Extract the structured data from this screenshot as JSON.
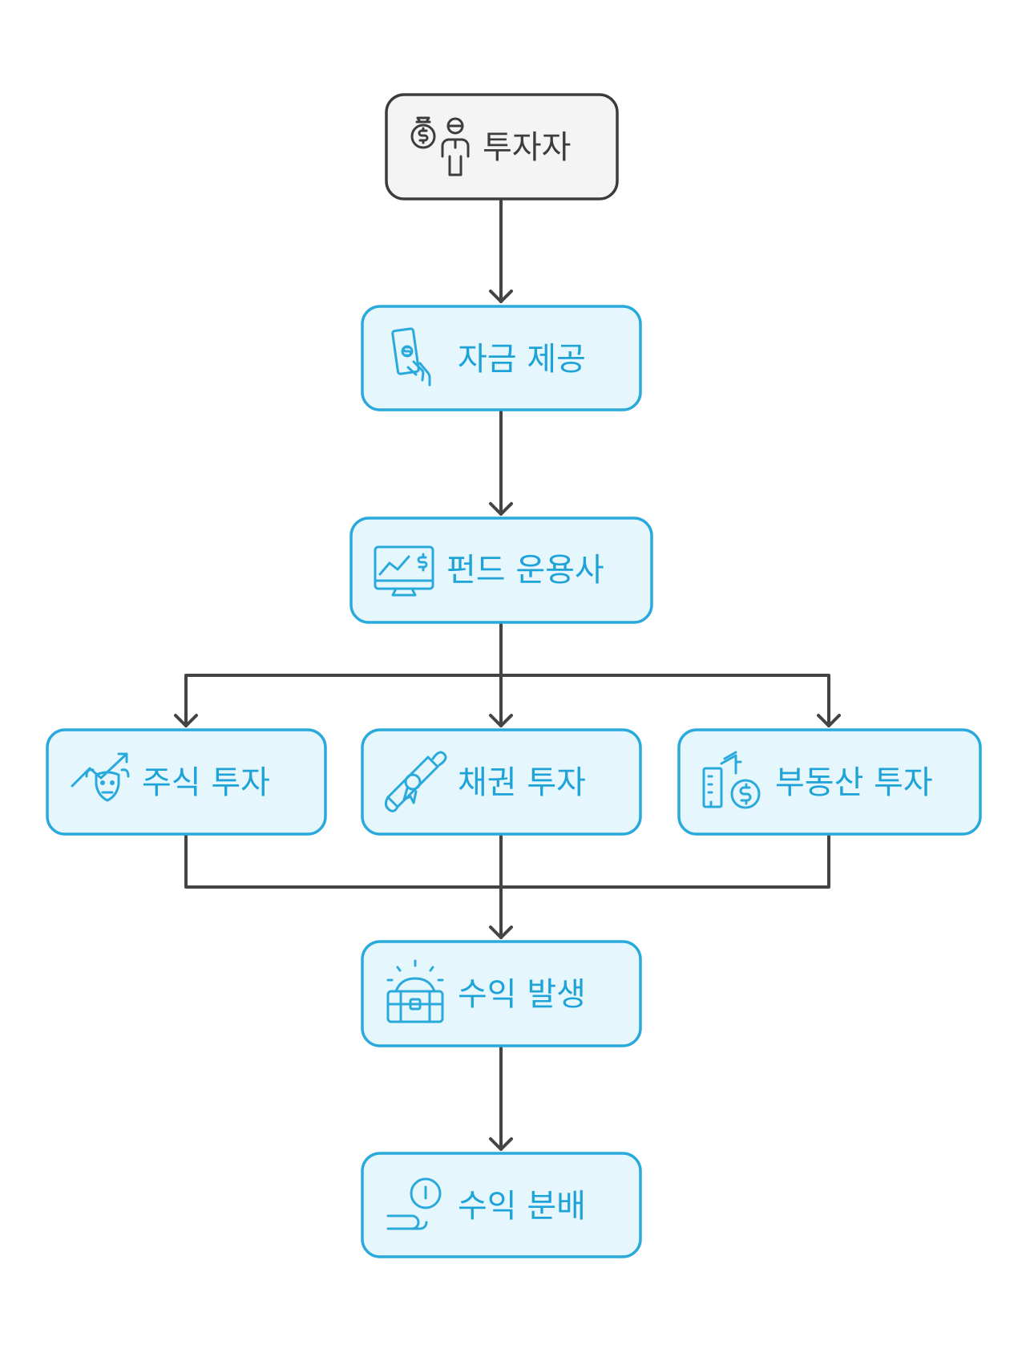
{
  "colors": {
    "edge": "#444444",
    "start_fill": "#f4f4f4",
    "start_stroke": "#3c3c3c",
    "start_text": "#3c3c3c",
    "node_fill": "#e6f6fd",
    "node_stroke": "#2aa9dc",
    "node_text": "#1ea3d8"
  },
  "nodes": {
    "investor": {
      "label": "투자자",
      "icon": "money-bag-person-icon"
    },
    "provide_funds": {
      "label": "자금 제공",
      "icon": "hand-holding-money-icon"
    },
    "fund_manager": {
      "label": "펀드 운용사",
      "icon": "monitor-chart-dollar-icon"
    },
    "stock": {
      "label": "주식 투자",
      "icon": "bull-trend-icon"
    },
    "bond": {
      "label": "채권 투자",
      "icon": "bond-certificate-icon"
    },
    "real_estate": {
      "label": "부동산 투자",
      "icon": "buildings-dollar-icon"
    },
    "profit": {
      "label": "수익 발생",
      "icon": "treasure-chest-icon"
    },
    "distribution": {
      "label": "수익 분배",
      "icon": "hand-coin-icon"
    }
  }
}
